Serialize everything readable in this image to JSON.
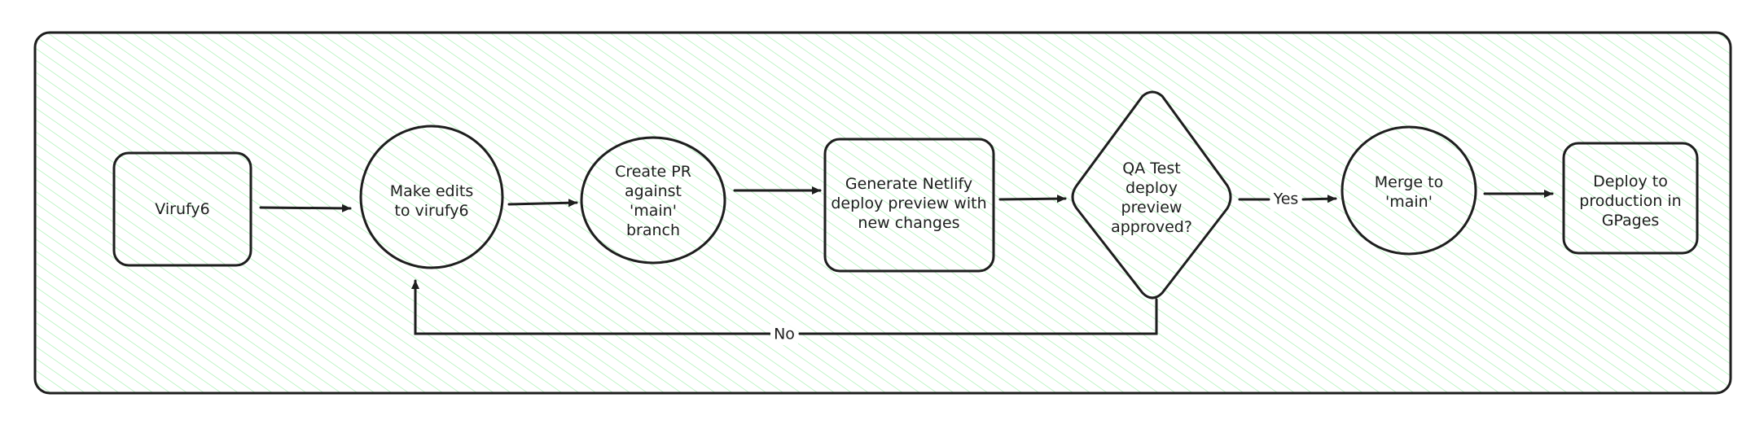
{
  "colors": {
    "stroke": "#1e1e1e",
    "hatch": "#b2f2bb",
    "background": "#ffffff"
  },
  "nodes": {
    "virufy6": {
      "shape": "rounded-rectangle",
      "lines": [
        "Virufy6"
      ]
    },
    "make_edits": {
      "shape": "circle",
      "lines": [
        "Make edits",
        "to virufy6"
      ]
    },
    "create_pr": {
      "shape": "circle",
      "lines": [
        "Create PR",
        "against",
        "'main'",
        "branch"
      ]
    },
    "netlify_preview": {
      "shape": "rounded-rectangle",
      "lines": [
        "Generate Netlify",
        "deploy preview with",
        "new changes"
      ]
    },
    "qa_test": {
      "shape": "diamond",
      "lines": [
        "QA Test",
        "deploy",
        "preview",
        "approved?"
      ]
    },
    "merge": {
      "shape": "circle",
      "lines": [
        "Merge to",
        "'main'"
      ]
    },
    "deploy_prod": {
      "shape": "rounded-rectangle",
      "lines": [
        "Deploy to",
        "production in",
        "GPages"
      ]
    }
  },
  "edges": [
    {
      "from": "virufy6",
      "to": "make_edits",
      "label": ""
    },
    {
      "from": "make_edits",
      "to": "create_pr",
      "label": ""
    },
    {
      "from": "create_pr",
      "to": "netlify_preview",
      "label": ""
    },
    {
      "from": "netlify_preview",
      "to": "qa_test",
      "label": ""
    },
    {
      "from": "qa_test",
      "to": "merge",
      "label": "Yes"
    },
    {
      "from": "merge",
      "to": "deploy_prod",
      "label": ""
    },
    {
      "from": "qa_test",
      "to": "make_edits",
      "label": "No"
    }
  ]
}
